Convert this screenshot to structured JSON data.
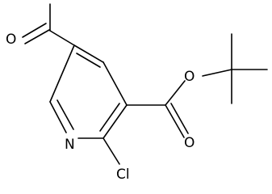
{
  "molecule": {
    "atoms": {
      "oxygen_acetyl": "O",
      "oxygen_ester_single": "O",
      "oxygen_ester_double": "O",
      "nitrogen": "N",
      "chlorine": "Cl"
    }
  }
}
